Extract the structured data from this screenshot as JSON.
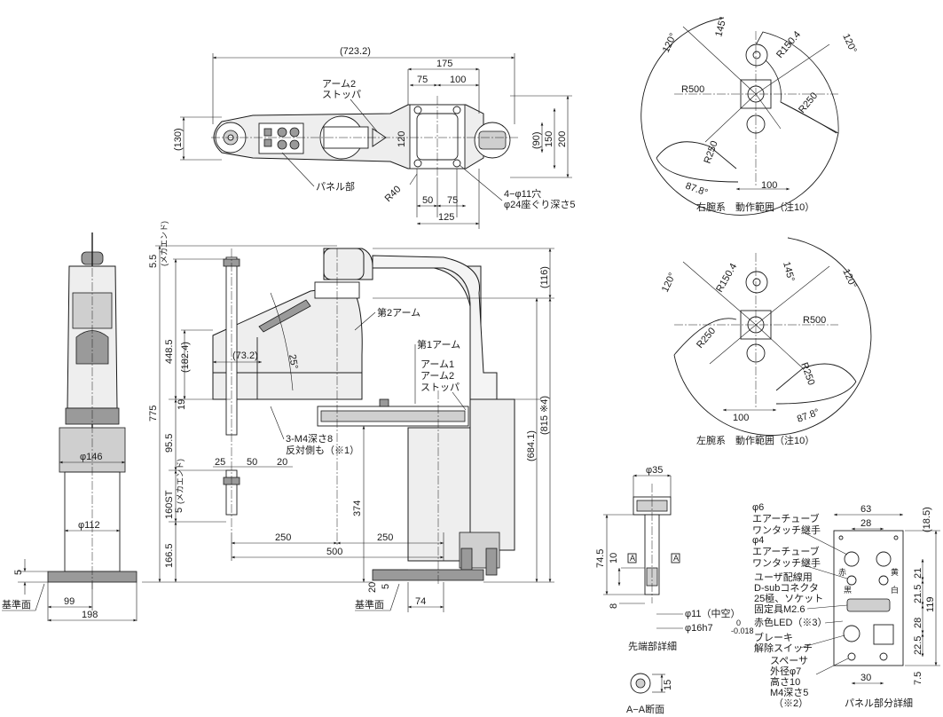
{
  "top_view": {
    "overall_length": "(723.2)",
    "w175": "175",
    "w75a": "75",
    "w100": "100",
    "h130": "(130)",
    "h120": "120",
    "h90": "(90)",
    "h150": "150",
    "h200": "200",
    "r40": "R40",
    "w50": "50",
    "w75b": "75",
    "w125": "125",
    "stopper_label_1": "アーム2",
    "stopper_label_2": "ストッパ",
    "panel_label": "パネル部",
    "hole_label_1": "4−φ11穴",
    "hole_label_2": "φ24座ぐり深さ5"
  },
  "right_arm": {
    "a120_left": "120°",
    "a145": "145°",
    "r150": "R150.4",
    "a120_right": "120°",
    "r500": "R500",
    "r250a": "R250",
    "r250b": "R250",
    "a87": "87.8°",
    "d100": "100",
    "caption": "右腕系　動作範囲（注10）"
  },
  "left_arm": {
    "a120_left": "120°",
    "r150": "R150.4",
    "a145": "145°",
    "a120_right": "120°",
    "r500": "R500",
    "r250a": "R250",
    "r250b": "R250",
    "a87": "87.8°",
    "d100": "100",
    "caption": "左腕系　動作範囲（注10）"
  },
  "front_view": {
    "v55": "5.5",
    "mech_end": "(メカエンド)",
    "v4485": "448.5",
    "v775": "775",
    "v160st": "160ST",
    "v1665": "166.5",
    "v19": "19",
    "v955": "95.5",
    "v5": "5",
    "v1824": "(182.4)",
    "v732": "(73.2)",
    "a25": "25°",
    "arm2": "第2アーム",
    "arm1": "第1アーム",
    "stopper_1": "アーム1",
    "stopper_2": "アーム2",
    "stopper_3": "ストッパ",
    "tap_1": "3-M4深さ8",
    "tap_2": "反対側も（※1）",
    "d25": "25",
    "d50": "50",
    "d20": "20",
    "d250a": "250",
    "d250b": "250",
    "d500": "500",
    "d374": "374",
    "d116": "(116)",
    "d815": "(815 ※4)",
    "d6841": "(684.1)",
    "d20b": "20",
    "d5b": "5",
    "d74": "74",
    "ref_face": "基準面"
  },
  "side_view": {
    "phi146": "φ146",
    "phi112": "φ112",
    "d5": "5",
    "d99": "99",
    "d198": "198",
    "ref_face": "基準面"
  },
  "tip_detail": {
    "phi35": "φ35",
    "d745": "74.5",
    "d10": "10",
    "d8": "8",
    "hollow": "φ11（中空）",
    "phi16": "φ16h7",
    "tol_top": "0",
    "tol_bottom": "-0.018",
    "sec_a": "A",
    "caption": "先端部詳細",
    "sec_caption": "A−A断面",
    "d15": "15"
  },
  "panel_detail": {
    "tube6_1": "φ6",
    "tube6_2": "エアーチューブ",
    "tube6_3": "ワンタッチ継手",
    "tube4_1": "φ4",
    "tube4_2": "エアーチューブ",
    "tube4_3": "ワンタッチ継手",
    "dsub_1": "ユーザ配線用",
    "dsub_2": "D-subコネクタ",
    "dsub_3": "25極、ソケット",
    "dsub_4": "固定具M2.6",
    "led": "赤色LED（※3）",
    "brake_1": "ブレーキ",
    "brake_2": "解除スイッチ",
    "spacer_1": "スペーサ",
    "spacer_2": "外径φ7",
    "spacer_3": "高さ10",
    "spacer_4": "M4深さ5",
    "spacer_5": "（※2）",
    "red": "赤",
    "black": "黒",
    "yellow": "黄",
    "white": "白",
    "d63": "63",
    "d28": "28",
    "d185": "(18.5)",
    "d21": "21",
    "d215": "21.5",
    "d119": "119",
    "d28b": "28",
    "d225": "22.5",
    "d75": "7.5",
    "d30": "30",
    "caption": "パネル部分詳細"
  }
}
